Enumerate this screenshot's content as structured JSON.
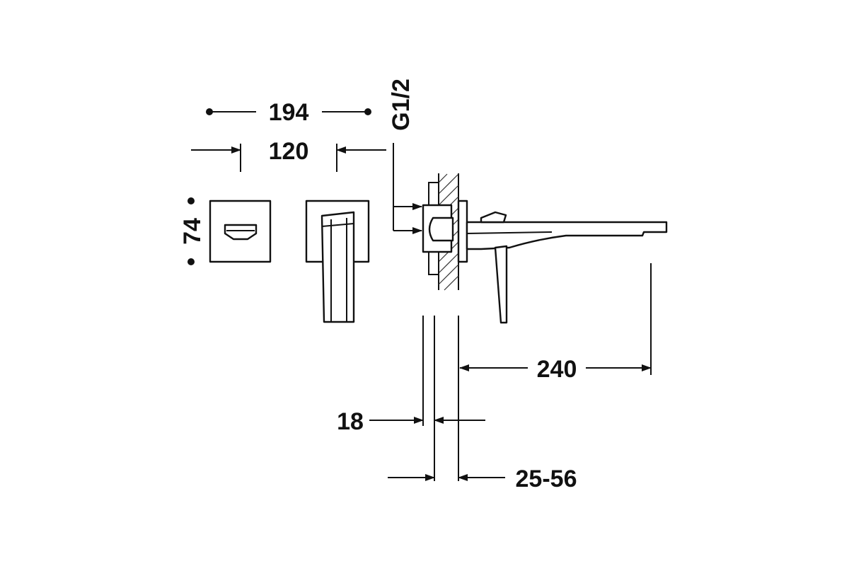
{
  "drawing": {
    "colors": {
      "line": "#111111",
      "background": "#ffffff",
      "hatch": "#333333"
    },
    "dimensions": {
      "overall_width": "194",
      "inner_width": "120",
      "plate_height": "74",
      "thread": "G1/2",
      "spout_length": "240",
      "plate_thickness": "18",
      "wall_range": "25-56"
    }
  }
}
